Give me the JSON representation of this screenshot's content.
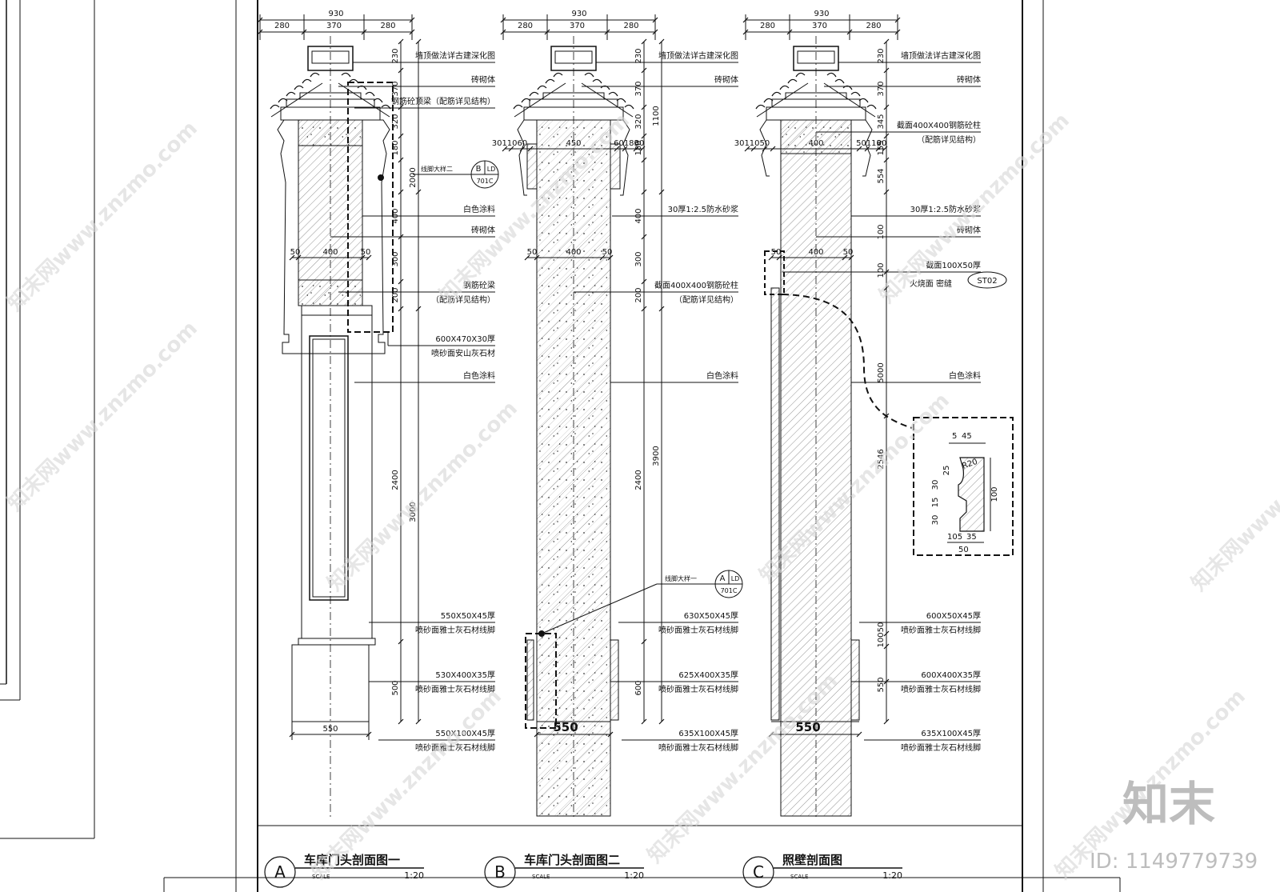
{
  "sections": [
    {
      "letter": "A",
      "title": "车库门头剖面图一",
      "scale_label": "SCALE",
      "scale": "1:20",
      "top_dims": {
        "total": "930",
        "parts": [
          "280",
          "370",
          "280"
        ]
      },
      "right_dims": [
        "230",
        "370",
        "320",
        "180",
        "400",
        "300",
        "200",
        "2400",
        "500"
      ],
      "outer_dims": [
        "2000",
        "3000"
      ],
      "inner_dims": [
        "50",
        "400",
        "50"
      ],
      "bottom_dim": "550",
      "callout": {
        "label": "线脚大样二",
        "letter": "B",
        "code": "LD",
        "sheet": "701C"
      },
      "notes": [
        "墙顶做法详古建深化图",
        "砖砌体",
        "钢筋砼顶梁（配筋详见结构）",
        "白色涂料",
        "砖砌体",
        "钢筋砼梁",
        "（配筋详见结构）",
        "600X470X30厚",
        "喷砂面安山灰石材",
        "白色涂料",
        "550X50X45厚",
        "喷砂面雅士灰石材线脚",
        "530X400X35厚",
        "喷砂面雅士灰石材线脚",
        "550X100X45厚",
        "喷砂面雅士灰石材线脚"
      ]
    },
    {
      "letter": "B",
      "title": "车库门头剖面图二",
      "scale_label": "SCALE",
      "scale": "1:20",
      "top_dims": {
        "total": "930",
        "parts": [
          "280",
          "370",
          "280"
        ]
      },
      "right_dims": [
        "230",
        "370",
        "320",
        "180",
        "400",
        "300",
        "200",
        "2400",
        "600"
      ],
      "outer_dims": [
        "1100",
        "3900"
      ],
      "band_dims": [
        "30",
        "110",
        "60",
        "450",
        "60",
        "180",
        "30"
      ],
      "inner_dims": [
        "50",
        "400",
        "50"
      ],
      "bottom_dim": "550",
      "callout": {
        "label": "线脚大样一",
        "letter": "A",
        "code": "LD",
        "sheet": "701C"
      },
      "notes": [
        "墙顶做法详古建深化图",
        "砖砌体",
        "30厚1:2.5防水砂浆",
        "截面400X400钢筋砼柱",
        "（配筋详见结构）",
        "白色涂料",
        "630X50X45厚",
        "喷砂面雅士灰石材线脚",
        "625X400X35厚",
        "喷砂面雅士灰石材线脚",
        "635X100X45厚",
        "喷砂面雅士灰石材线脚"
      ]
    },
    {
      "letter": "C",
      "title": "照壁剖面图",
      "scale_label": "SCALE",
      "scale": "1:20",
      "top_dims": {
        "total": "930",
        "parts": [
          "280",
          "370",
          "280"
        ]
      },
      "right_dims": [
        "230",
        "370",
        "345",
        "155",
        "554",
        "100",
        "5000",
        "2546",
        "50",
        "100",
        "550"
      ],
      "band_dims": [
        "30",
        "110",
        "50",
        "400",
        "50",
        "110",
        "30"
      ],
      "inner_dims": [
        "50",
        "400",
        "50"
      ],
      "bottom_dim": "550",
      "tag": "ST02",
      "notes": [
        "墙顶做法详古建深化图",
        "砖砌体",
        "截面400X400钢筋砼柱",
        "（配筋详见结构）",
        "30厚1:2.5防水砂浆",
        "砖砌体",
        "截面100X50厚",
        "火烧面 密缝",
        "白色涂料",
        "600X50X45厚",
        "喷砂面雅士灰石材线脚",
        "600X400X35厚",
        "喷砂面雅士灰石材线脚",
        "635X100X45厚",
        "喷砂面雅士灰石材线脚"
      ],
      "detail_dims": [
        "5",
        "45",
        "30",
        "15",
        "30",
        "25",
        "R20",
        "100",
        "10",
        "5",
        "35",
        "50"
      ]
    }
  ],
  "watermark": {
    "text": "知末网www.znzmo.com"
  },
  "brand": {
    "logo": "知末",
    "id": "ID: 1149779739"
  }
}
